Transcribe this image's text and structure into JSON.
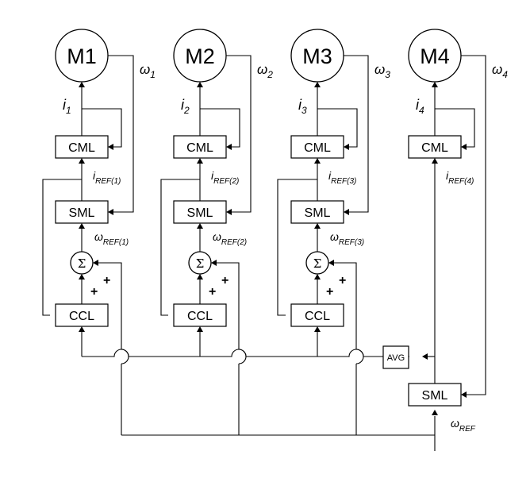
{
  "motors": [
    {
      "label": "M1",
      "current": "i",
      "current_sub": "1",
      "omega": "ω",
      "omega_sub": "1",
      "iref": "i",
      "iref_sub": "REF(1)",
      "wref": "ω",
      "wref_sub": "REF(1)"
    },
    {
      "label": "M2",
      "current": "i",
      "current_sub": "2",
      "omega": "ω",
      "omega_sub": "2",
      "iref": "i",
      "iref_sub": "REF(2)",
      "wref": "ω",
      "wref_sub": "REF(2)"
    },
    {
      "label": "M3",
      "current": "i",
      "current_sub": "3",
      "omega": "ω",
      "omega_sub": "3",
      "iref": "i",
      "iref_sub": "REF(3)",
      "wref": "ω",
      "wref_sub": "REF(3)"
    },
    {
      "label": "M4",
      "current": "i",
      "current_sub": "4",
      "omega": "ω",
      "omega_sub": "4",
      "iref": "i",
      "iref_sub": "REF(4)"
    }
  ],
  "blocks": {
    "cml": "CML",
    "sml": "SML",
    "ccl": "CCL",
    "avg": "AVG",
    "sum": "Σ",
    "plus": "+"
  },
  "master": {
    "sml": "SML",
    "wref": "ω",
    "wref_sub": "REF"
  }
}
